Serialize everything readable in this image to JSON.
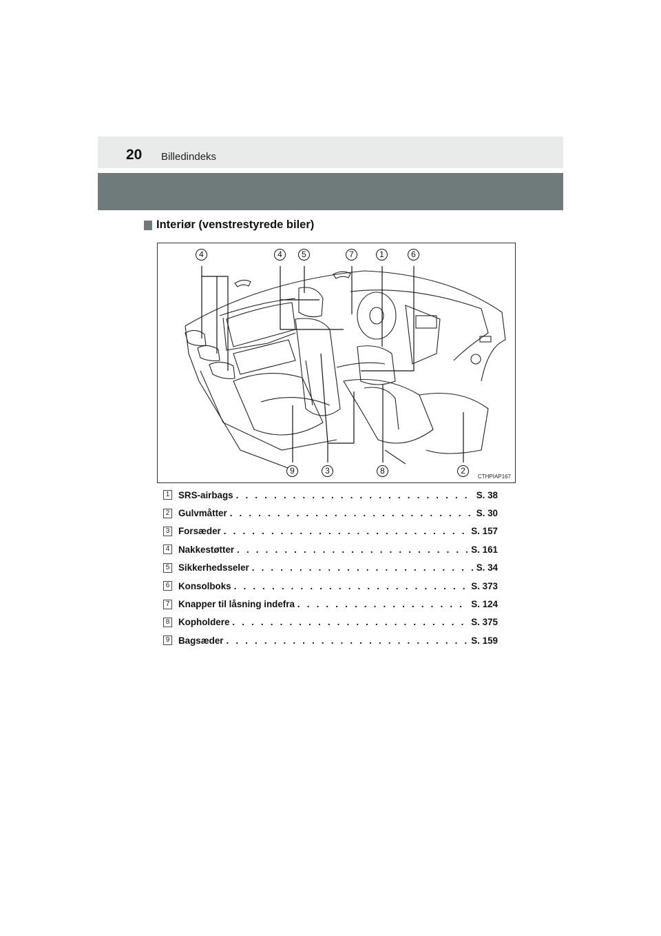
{
  "header": {
    "page_number": "20",
    "section": "Billedindeks"
  },
  "heading": "Interiør (venstrestyrede biler)",
  "figure": {
    "code": "CTHPIAP167",
    "callouts_top": [
      "4",
      "4",
      "5",
      "7",
      "1",
      "6"
    ],
    "callouts_bottom": [
      "9",
      "3",
      "8",
      "2"
    ]
  },
  "index": [
    {
      "num": "1",
      "label": "SRS-airbags",
      "page": "S. 38"
    },
    {
      "num": "2",
      "label": "Gulvmåtter",
      "page": "S. 30"
    },
    {
      "num": "3",
      "label": "Forsæder",
      "page": "S. 157"
    },
    {
      "num": "4",
      "label": "Nakkestøtter",
      "page": "S. 161"
    },
    {
      "num": "5",
      "label": "Sikkerhedsseler",
      "page": "S. 34"
    },
    {
      "num": "6",
      "label": "Konsolboks",
      "page": "S. 373"
    },
    {
      "num": "7",
      "label": "Knapper til låsning indefra",
      "page": "S. 124"
    },
    {
      "num": "8",
      "label": "Kopholdere",
      "page": "S. 375"
    },
    {
      "num": "9",
      "label": "Bagsæder",
      "page": "S. 159"
    }
  ]
}
